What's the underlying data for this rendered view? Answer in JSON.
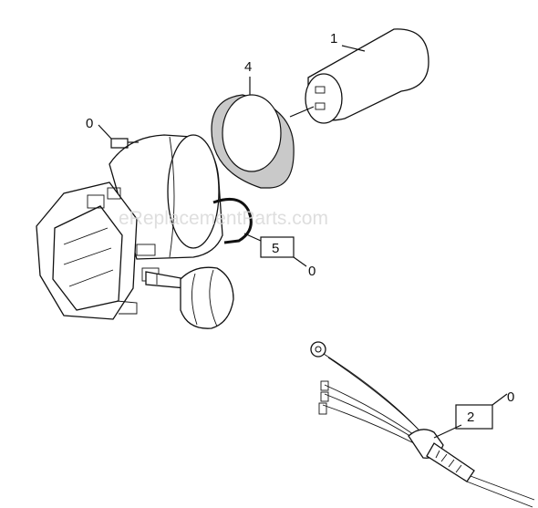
{
  "watermark": "eReplacementParts.com",
  "callouts": {
    "c1": "1",
    "c4": "4",
    "c0_top": "0",
    "c5": "5",
    "c0_mid": "0",
    "c2": "2",
    "c0_low": "0"
  }
}
